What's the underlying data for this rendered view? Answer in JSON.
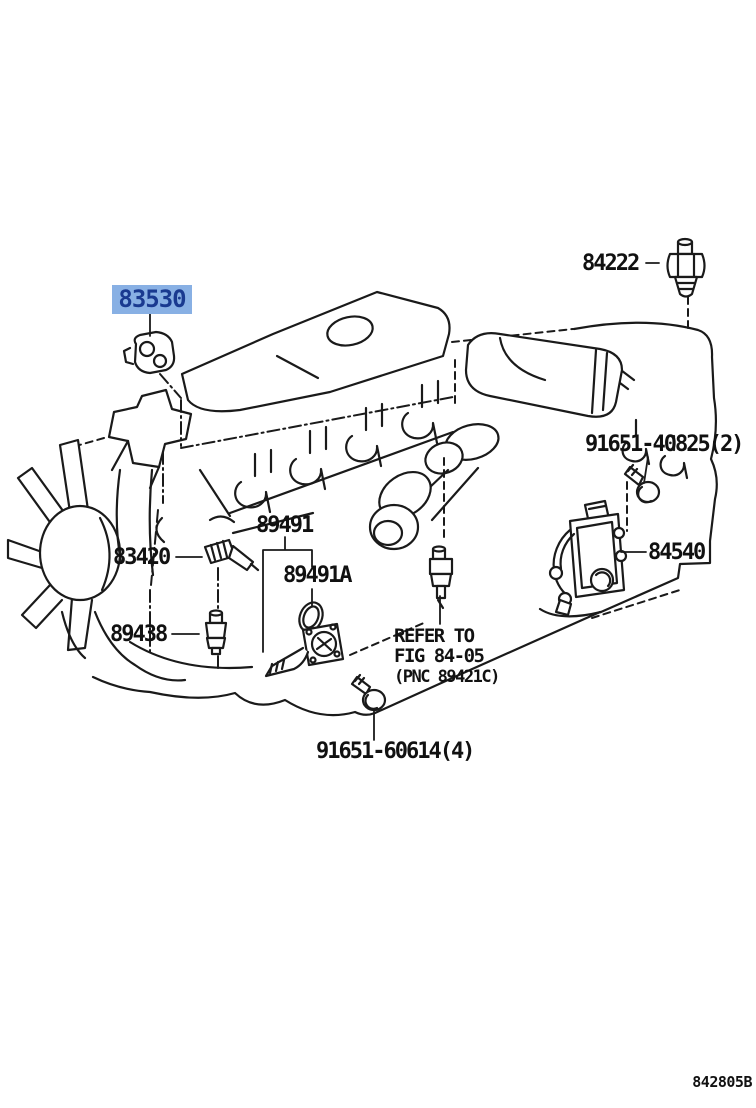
{
  "diagram": {
    "kind": "engine-electrical-sensor-parts-diagram",
    "colors": {
      "line": "#1a1a1a",
      "background": "#ffffff",
      "highlight_bg": "#88B0E4",
      "highlight_text": "#1A3A90",
      "label_text": "#111111"
    },
    "parts": {
      "p83530": "83530",
      "p84222": "84222",
      "p91651_40825": "91651-40825(2)",
      "p84540": "84540",
      "p89491": "89491",
      "p89491a": "89491A",
      "p83420": "83420",
      "p89438": "89438",
      "p91651_60614": "91651-60614(4)"
    },
    "highlighted_part": "83530",
    "refer_note": {
      "line1": "REFER TO",
      "line2": "FIG 84-05",
      "line3": "(PNC 89421C)"
    },
    "footer": {
      "figure_code": "842805B"
    }
  }
}
